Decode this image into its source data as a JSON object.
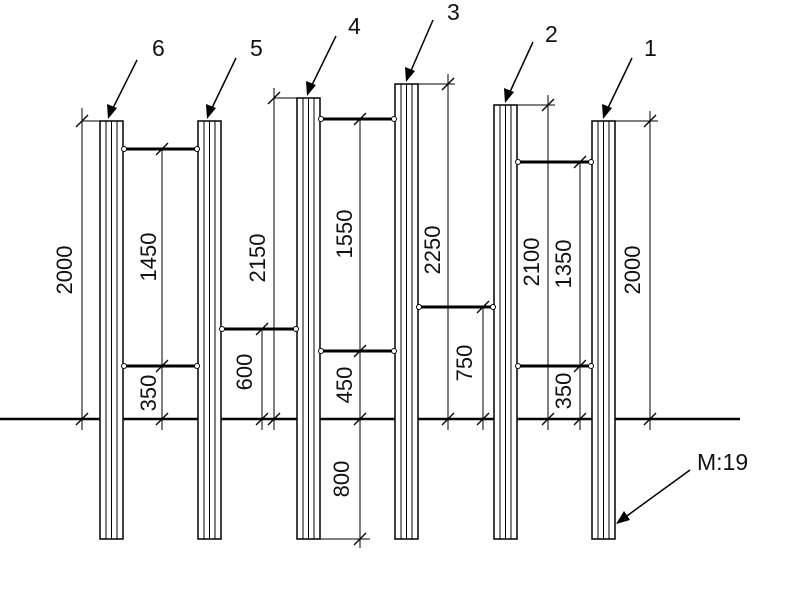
{
  "posts": [
    {
      "number": "6"
    },
    {
      "number": "5"
    },
    {
      "number": "4"
    },
    {
      "number": "3"
    },
    {
      "number": "2"
    },
    {
      "number": "1"
    }
  ],
  "dimensions": {
    "post6_height": "2000",
    "post65_upper_gap": "1450",
    "post65_lower": "350",
    "post5_height": "2150",
    "post54_bar": "600",
    "post43_upper_gap": "1550",
    "post43_lower": "450",
    "post4_embed": "800",
    "post3_height": "2250",
    "post32_bar": "750",
    "post2_height": "2100",
    "post21_upper_gap": "1350",
    "post21_lower": "350",
    "post1_height": "2000"
  },
  "mark": {
    "label": "M:19"
  }
}
